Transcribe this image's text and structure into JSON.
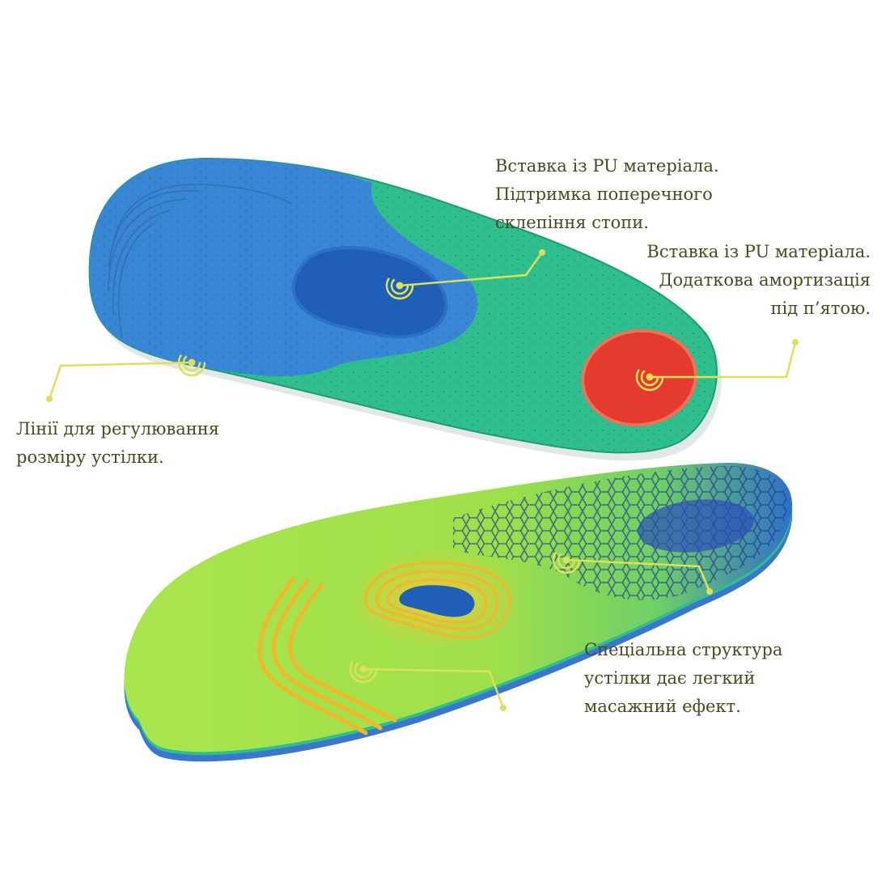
{
  "colors": {
    "accent": "#dfe05a",
    "text": "#4a4a22",
    "insole_blue": "#3a86d6",
    "insole_teal": "#2fbf8e",
    "heel_red": "#e53a2e",
    "top_green": "#a6e34a"
  },
  "callouts": {
    "arch": {
      "line1": "Вставка із PU матеріала.",
      "line2": "Підтримка поперечного",
      "line3": "склепіння стопи."
    },
    "heel": {
      "line1": "Вставка із PU матеріала.",
      "line2": "Додаткова амортизація",
      "line3": "під п’ятою."
    },
    "size_lines": {
      "line1": "Лінії для регулювання",
      "line2": "розміру устілки."
    },
    "massage": {
      "line1": "Спеціальна структура",
      "line2": "устілки дає легкий",
      "line3": "масажний ефект."
    }
  },
  "markers": [
    "target-icon",
    "target-icon",
    "target-icon",
    "target-icon",
    "target-icon"
  ]
}
